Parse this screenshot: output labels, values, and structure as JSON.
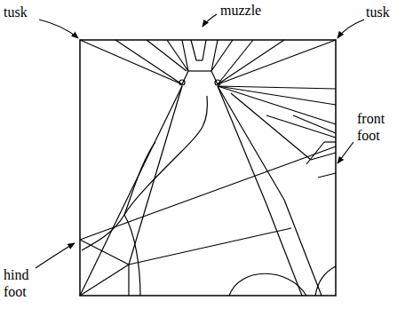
{
  "diagram": {
    "labels": [
      "tusk",
      "muzzle",
      "tusk",
      "front foot",
      "hind foot"
    ]
  }
}
